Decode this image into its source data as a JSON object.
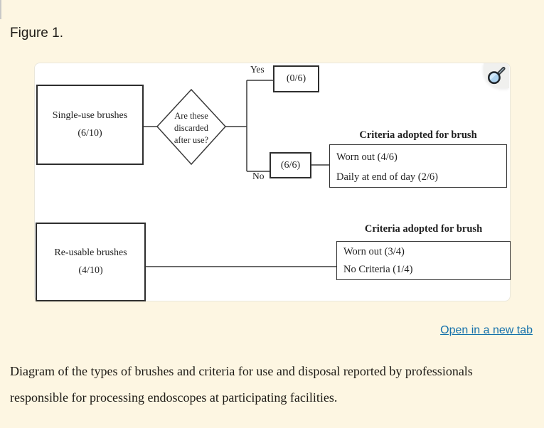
{
  "header": {
    "title": "Figure 1."
  },
  "figure": {
    "zoom_button": {
      "icon": "magnifier-icon"
    },
    "flowchart": {
      "single_use_box": {
        "label": "Single-use brushes",
        "count": "(6/10)"
      },
      "decision_diamond": {
        "line1": "Are these",
        "line2": "discarded",
        "line3": "after use?"
      },
      "yes_label": "Yes",
      "no_label": "No",
      "yes_result_box": {
        "count": "(0/6)"
      },
      "no_result_box": {
        "count": "(6/6)"
      },
      "single_use_criteria": {
        "heading": "Criteria adopted for brush",
        "rows": [
          "Worn out (4/6)",
          "Daily at end of day (2/6)"
        ]
      },
      "reusable_box": {
        "label": "Re-usable brushes",
        "count": "(4/10)"
      },
      "reusable_criteria": {
        "heading": "Criteria adopted for brush",
        "rows": [
          "Worn out (3/4)",
          "No Criteria (1/4)"
        ]
      }
    }
  },
  "footer": {
    "open_link": "Open in a new tab",
    "caption": "Diagram of the types of brushes and criteria for use and disposal reported by professionals responsible for processing endoscopes at participating facilities."
  },
  "colors": {
    "page_background": "#fdf6e2",
    "link_blue": "#1571ab",
    "flowchart_line": "#3a3a3a",
    "magnifier_lens": "#aed3ef"
  }
}
